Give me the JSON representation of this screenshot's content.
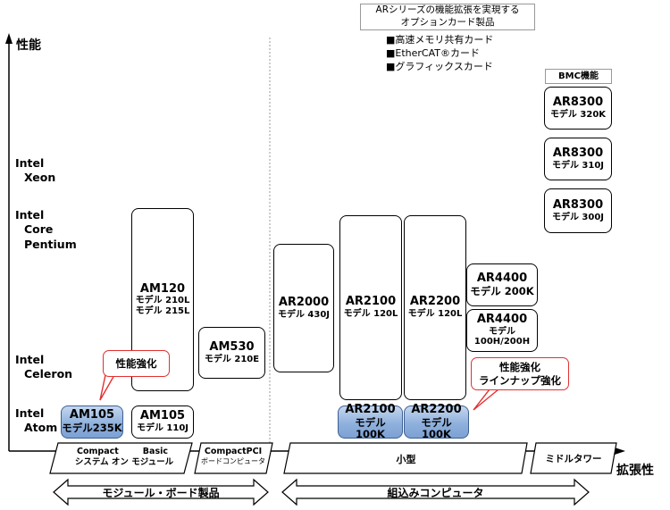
{
  "axes": {
    "y_label": "性能",
    "x_label": "拡張性"
  },
  "cpu_levels": {
    "xeon": [
      "Intel",
      "Xeon"
    ],
    "core": [
      "Intel",
      "Core",
      "Pentium"
    ],
    "celeron": [
      "Intel",
      "Celeron"
    ],
    "atom": [
      "Intel",
      "Atom"
    ]
  },
  "option_cards": {
    "title_line1": "ARシリーズの機能拡張を実現する",
    "title_line2": "オプションカード製品",
    "items": [
      "■高速メモリ共有カード",
      "■EtherCAT®カード",
      "■グラフィックスカード"
    ]
  },
  "bmc_label": "BMC機能",
  "products": {
    "am105_235k": {
      "name": "AM105",
      "model": "モデル235K"
    },
    "am105_110j": {
      "name": "AM105",
      "model": "モデル 110J"
    },
    "am120": {
      "name": "AM120",
      "model1": "モデル 210L",
      "model2": "モデル 215L"
    },
    "am530": {
      "name": "AM530",
      "model": "モデル 210E"
    },
    "ar2000": {
      "name": "AR2000",
      "model": "モデル 430J"
    },
    "ar2100_120l": {
      "name": "AR2100",
      "model": "モデル 120L"
    },
    "ar2200_120l": {
      "name": "AR2200",
      "model": "モデル 120L"
    },
    "ar2100_100k": {
      "name": "AR2100",
      "model": "モデル 100K"
    },
    "ar2200_100k": {
      "name": "AR2200",
      "model": "モデル 100K"
    },
    "ar4400_200k": {
      "name": "AR4400",
      "model": "モデル 200K"
    },
    "ar4400_100h": {
      "name": "AR4400",
      "model1": "モデル",
      "model2": "100H/200H"
    },
    "ar8300_320k": {
      "name": "AR8300",
      "model": "モデル 320K"
    },
    "ar8300_310j": {
      "name": "AR8300",
      "model": "モデル 310J"
    },
    "ar8300_300j": {
      "name": "AR8300",
      "model": "モデル 300J"
    }
  },
  "callouts": {
    "left": "性能強化",
    "right_line1": "性能強化",
    "right_line2": "ラインナップ強化"
  },
  "form_factors": {
    "compact_line1a": "Compact",
    "compact_line1b": "Basic",
    "compact_line2": "システム オン モジュール",
    "cpci_line1": "CompactPCI",
    "cpci_line2": "ボードコンピュータ",
    "small": "小型",
    "midtower": "ミドルタワー"
  },
  "categories": {
    "left": "モジュール・ボード製品",
    "right": "組込みコンピュータ"
  }
}
